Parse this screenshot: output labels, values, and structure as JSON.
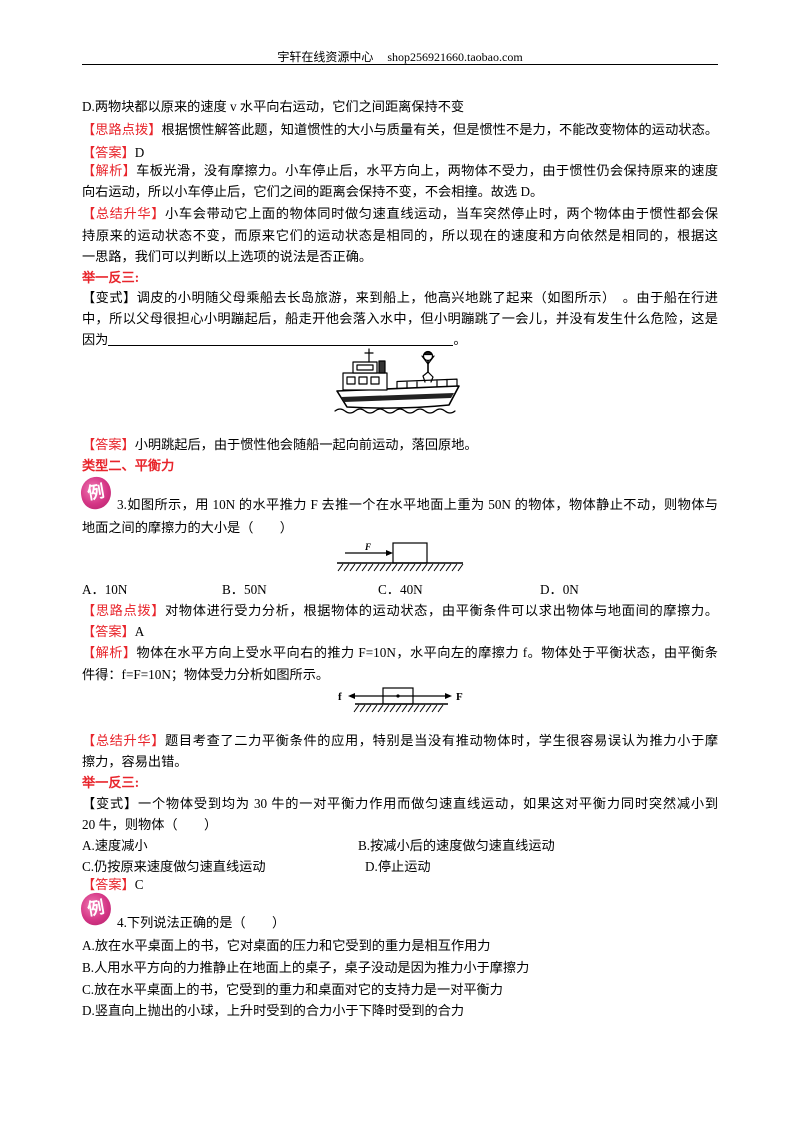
{
  "header": {
    "site": "宇轩在线资源中心",
    "url": "shop256921660.taobao.com"
  },
  "labels": {
    "hint": "【思路点拨】",
    "answer": "【答案】",
    "analysis": "【解析】",
    "summary": "【总结升华】",
    "variant": "【变式】",
    "practice": "举一反三:",
    "example_badge": "例"
  },
  "prev_question": {
    "option_d": "D.两物块都以原来的速度 v 水平向右运动，它们之间距离保持不变",
    "hint": "根据惯性解答此题，知道惯性的大小与质量有关，但是惯性不是力，不能改变物体的运动状态。",
    "answer": "D",
    "analysis": [
      "车板光滑，没有摩擦力。小车停止后，水平方向上，两物体不受力，由于惯性仍会保持原来的速度",
      "向右运动，所以小车停止后，它们之间的距离会保持不变，不会相撞。故选 D。"
    ],
    "summary": [
      "小车会带动它上面的物体同时做匀速直线运动，当车突然停止时，两个物体由于惯性都会保",
      "持原来的运动状态不变，而原来它们的运动状态是相同的，所以现在的速度和方向依然是相同的，根据这",
      "一思路，我们可以判断以上选项的说法是否正确。"
    ]
  },
  "practice_1": {
    "stem": [
      "调皮的小明随父母乘船去长岛旅游，来到船上，他高兴地跳了起来（如图所示）　。由于船在行进",
      "中，所以父母很担心小明蹦起后，船走开他会落入水中，但小明蹦跳了一会儿，并没有发生什么危险，这是"
    ],
    "blank_prefix": "因为",
    "blank_suffix": "。",
    "answer": "小明跳起后，由于惯性他会随船一起向前运动，落回原地。"
  },
  "section_title": "类型二、平衡力",
  "question_3": {
    "stem": [
      "3.如图所示，用 10N 的水平推力 F 去推一个在水平地面上重为 50N 的物体，物体静止不动，则物体与",
      "地面之间的摩擦力的大小是（　　）"
    ],
    "figure_force_label": "F",
    "options": [
      "A．10N",
      "B．50N",
      "C．40N",
      "D．0N"
    ],
    "hint": "对物体进行受力分析，根据物体的运动状态，由平衡条件可以求出物体与地面间的摩擦力。",
    "answer": "A",
    "analysis": [
      "物体在水平方向上受水平向右的推力 F=10N，水平向左的摩擦力 f。物体处于平衡状态，由平衡条",
      "件得：f=F=10N；物体受力分析如图所示。"
    ],
    "diagram_labels": {
      "friction": "f",
      "push": "F"
    },
    "summary": [
      "题目考查了二力平衡条件的应用，特别是当没有推动物体时，学生很容易误认为推力小于摩",
      "擦力，容易出错。"
    ]
  },
  "practice_2": {
    "stem": [
      "一个物体受到均为 30 牛的一对平衡力作用而做匀速直线运动，如果这对平衡力同时突然减小到",
      "20 牛，则物体（　　）"
    ],
    "options": [
      "A.速度减小",
      "B.按减小后的速度做匀速直线运动",
      "C.仍按原来速度做匀速直线运动",
      "D.停止运动"
    ],
    "answer": "C"
  },
  "question_4": {
    "stem": "4.下列说法正确的是（　　）",
    "options": [
      "A.放在水平桌面上的书，它对桌面的压力和它受到的重力是相互作用力",
      "B.人用水平方向的力推静止在地面上的桌子，桌子没动是因为推力小于摩擦力",
      "C.放在水平桌面上的书，它受到的重力和桌面对它的支持力是一对平衡力",
      "D.竖直向上抛出的小球，上升时受到的合力小于下降时受到的合力"
    ]
  },
  "colors": {
    "label_red": "#e8242b",
    "text": "#000000"
  }
}
